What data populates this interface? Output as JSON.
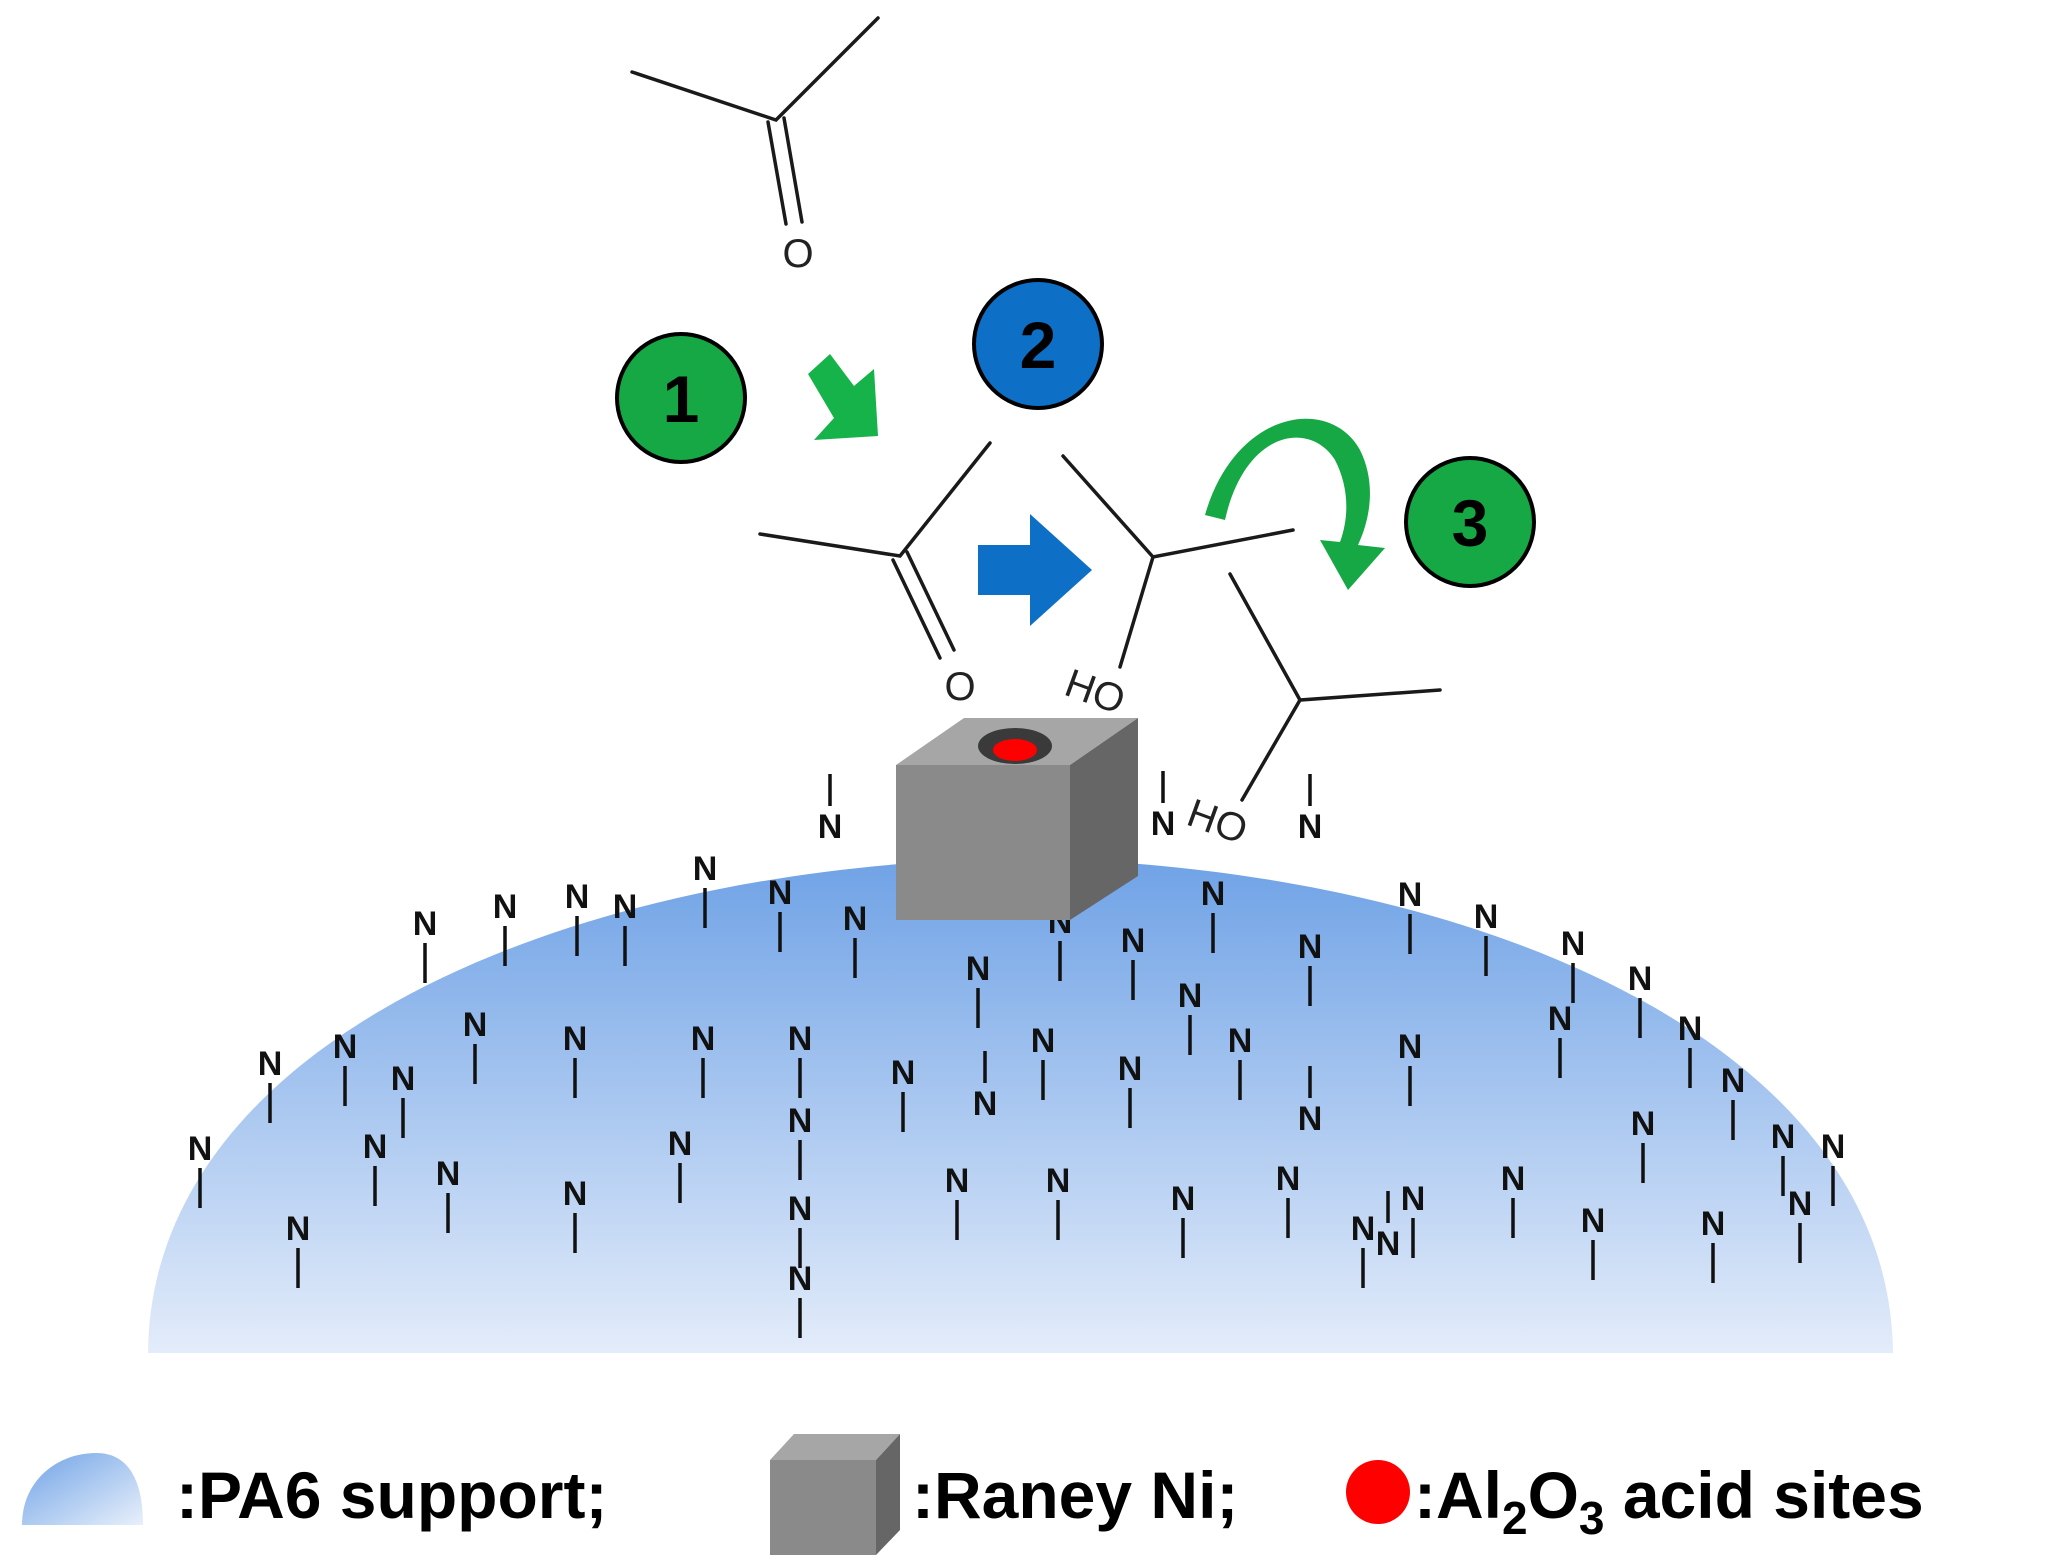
{
  "colors": {
    "support_top": "#6fa2e6",
    "support_bottom": "#e3ecfa",
    "step_green": "#16a844",
    "step_blue": "#0d6fc6",
    "cube_front": "#8a8a8a",
    "cube_top": "#a6a6a6",
    "cube_side": "#6a6a6a",
    "acid_site": "#ff0000"
  },
  "atoms": {
    "o1": "O",
    "o2": "O",
    "ho1": "HO",
    "ho2": "HO"
  },
  "steps": [
    {
      "label": "1",
      "color": "green"
    },
    {
      "label": "2",
      "color": "blue"
    },
    {
      "label": "3",
      "color": "green"
    }
  ],
  "support_atom": "N",
  "legend": {
    "support_label": ":PA6 support;",
    "raney_label": ":Raney Ni;",
    "acid_prefix": ":Al",
    "acid_sub1": "2",
    "acid_mid": "O",
    "acid_sub2": "3",
    "acid_suffix": " acid sites"
  },
  "icons": {
    "support": "dome-icon",
    "raney": "cube-icon",
    "acid": "red-dot-icon"
  }
}
